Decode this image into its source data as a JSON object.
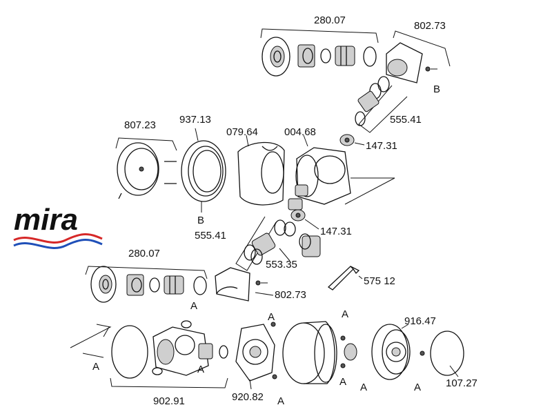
{
  "brand": {
    "logo_text": "mira",
    "wave_colors": [
      "#d62828",
      "#1f4fb8"
    ]
  },
  "labels": {
    "p280_07_top": "280.07",
    "p802_73_top": "802.73",
    "b_top": "B",
    "p555_41_right": "555.41",
    "p147_31_top": "147.31",
    "p807_23": "807.23",
    "p937_13": "937.13",
    "p079_64": "079.64",
    "p004_68": "004.68",
    "b_mid": "B",
    "p555_41_left": "555.41",
    "p147_31_mid": "147.31",
    "p553_35": "553.35",
    "p575_12": "575 12",
    "p280_07_bottom": "280.07",
    "p802_73_bottom": "802.73",
    "a_1": "A",
    "a_2": "A",
    "a_3": "A",
    "a_4": "A",
    "a_5": "A",
    "a_6": "A",
    "a_7": "A",
    "a_8": "A",
    "a_9": "A",
    "p916_47": "916.47",
    "p902_91": "902.91",
    "p920_82": "920.82",
    "p107_27": "107.27"
  }
}
